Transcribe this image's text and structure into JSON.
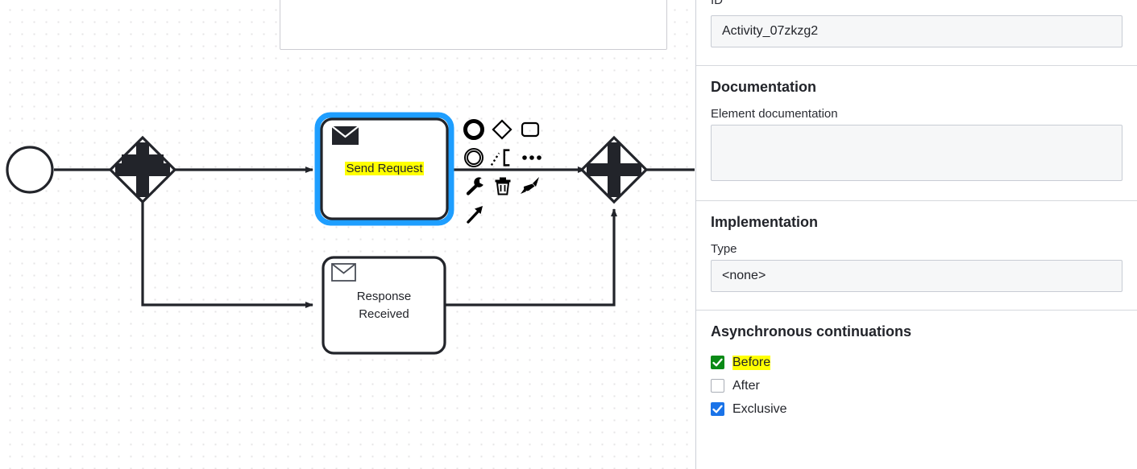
{
  "canvas": {
    "background_color": "#ffffff",
    "grid_dot_color": "#e6e4e6",
    "selection_color": "#1e9eff",
    "highlight_color": "#ffff00",
    "stroke_color": "#22242a",
    "elements": [
      {
        "name": "start-event",
        "type": "start-event",
        "label": ""
      },
      {
        "name": "parallel-gateway-split",
        "type": "parallel-gateway",
        "label": ""
      },
      {
        "name": "send-task",
        "type": "send-task",
        "label": "Send Request",
        "selected": true,
        "label_highlighted": true
      },
      {
        "name": "receive-task",
        "type": "receive-task",
        "label_line1": "Response",
        "label_line2": "Received",
        "selected": false
      },
      {
        "name": "parallel-gateway-join",
        "type": "parallel-gateway",
        "label": ""
      }
    ],
    "context_pad": {
      "items": [
        {
          "name": "append-end-event-icon",
          "glyph": "end-event"
        },
        {
          "name": "append-gateway-icon",
          "glyph": "gateway"
        },
        {
          "name": "append-task-icon",
          "glyph": "task"
        },
        {
          "name": "append-intermediate-event-icon",
          "glyph": "intermediate-event"
        },
        {
          "name": "append-text-annotation-icon",
          "glyph": "text-annotation"
        },
        {
          "name": "more-options-icon",
          "glyph": "ellipsis"
        },
        {
          "name": "change-type-wrench-icon",
          "glyph": "wrench"
        },
        {
          "name": "delete-trash-icon",
          "glyph": "trash"
        },
        {
          "name": "set-color-brush-icon",
          "glyph": "brush"
        },
        {
          "name": "connect-arrow-icon",
          "glyph": "arrow"
        }
      ]
    }
  },
  "panel": {
    "id_group": {
      "label": "ID",
      "value": "Activity_07zkzg2",
      "placeholder": ""
    },
    "documentation_group": {
      "title": "Documentation",
      "field_label": "Element documentation",
      "value": "",
      "placeholder": ""
    },
    "implementation_group": {
      "title": "Implementation",
      "field_label": "Type",
      "value": "<none>"
    },
    "async_group": {
      "title": "Asynchronous continuations",
      "checkboxes": [
        {
          "label": "Before",
          "checked": true,
          "accent": "#0a8a16",
          "label_highlighted": true
        },
        {
          "label": "After",
          "checked": false,
          "accent": "#a9adb6",
          "label_highlighted": false
        },
        {
          "label": "Exclusive",
          "checked": true,
          "accent": "#1a73e8",
          "label_highlighted": false
        }
      ]
    }
  }
}
